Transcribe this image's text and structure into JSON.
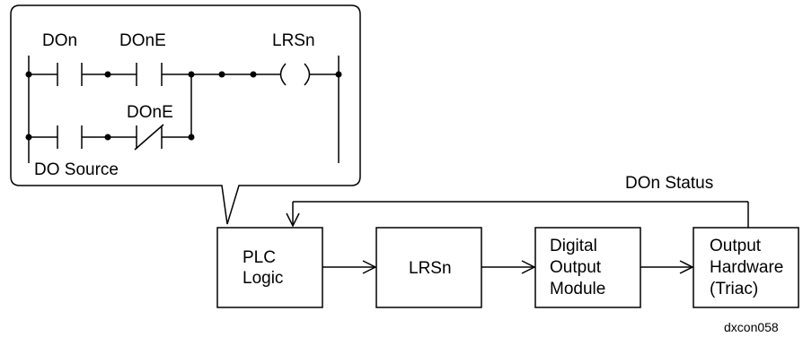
{
  "ladder": {
    "contact_don": "DOn",
    "contact_done_top": "DOnE",
    "coil_lrsn": "LRSn",
    "contact_done_bottom": "DOnE",
    "do_source": "DO Source"
  },
  "feedback_label": "DOn Status",
  "blocks": [
    {
      "lines": [
        "PLC",
        "Logic"
      ]
    },
    {
      "lines": [
        "LRSn"
      ]
    },
    {
      "lines": [
        "Digital",
        "Output",
        "Module"
      ]
    },
    {
      "lines": [
        "Output",
        "Hardware",
        "(Triac)"
      ]
    }
  ],
  "figure_id": "dxcon058"
}
